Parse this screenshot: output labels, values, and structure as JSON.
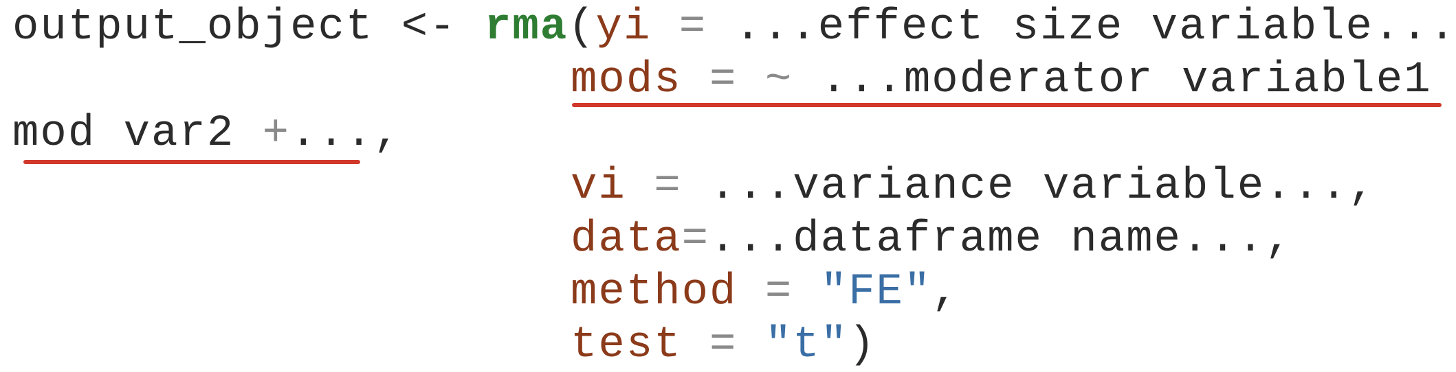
{
  "colors": {
    "function": "#2e7d32",
    "argument": "#8b3a1a",
    "operator": "#8a8a8a",
    "string": "#3a6ea5",
    "text": "#2b2b2b",
    "underline": "#d0392b"
  },
  "code": {
    "line1": {
      "assign": "output_object <- ",
      "function": "rma",
      "open_paren": "(",
      "arg": "yi",
      "op": " = ",
      "value": "...effect size variable...,"
    },
    "line2": {
      "arg": "mods",
      "op": " = ~ ",
      "value": "...moderator variable1 ",
      "trail_op": "+"
    },
    "line3": {
      "value_a": "mod var2 ",
      "op": "+",
      "value_b": "...,"
    },
    "line4": {
      "arg": "vi",
      "op": " = ",
      "value": "...variance variable...,"
    },
    "line5": {
      "arg": "data",
      "op": "=",
      "value": "...dataframe name...,"
    },
    "line6": {
      "arg": "method",
      "op": " = ",
      "string": "\"FE\"",
      "trail": ","
    },
    "line7": {
      "arg": "test",
      "op": " = ",
      "string": "\"t\"",
      "trail": ")"
    }
  }
}
